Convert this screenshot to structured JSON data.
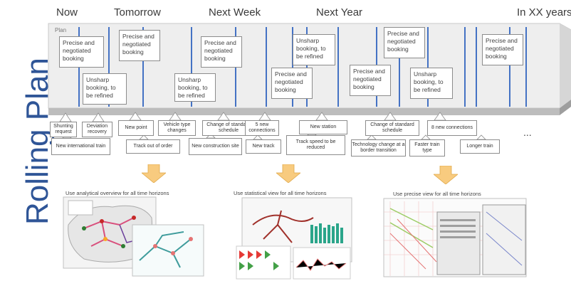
{
  "timeline": {
    "labels": [
      "Now",
      "Tomorrow",
      "Next Week",
      "Next Year",
      "In XX years"
    ],
    "plan_label": "Plan"
  },
  "side_title": "Rolling Plan",
  "plan_boxes": [
    "Precise and negotiated booking",
    "Unsharp booking, to be refined",
    "Precise and negotiated booking",
    "Unsharp booking, to be refined",
    "Precise and negotiated booking",
    "Unsharp booking, to be refined",
    "Precise and negotiated booking",
    "Precise and negotiated booking",
    "Precise and negotiated booking",
    "Unsharp booking, to be refined",
    "Precise and negotiated booking"
  ],
  "events_top": [
    "Shunting request",
    "Deviation recovery",
    "New point",
    "Vehicle type changes",
    "Change of standard schedule",
    "5 new connections",
    "New station",
    "Change of standard schedule",
    "8 new connections"
  ],
  "events_bottom": [
    "New international train",
    "Track out of order",
    "New construction site",
    "New track",
    "Track speed to be reduced",
    "Technology change at a border transition",
    "Faster train type",
    "Longer train"
  ],
  "ellipsis": "...",
  "views": [
    {
      "caption": "Use analytical overview for all time horizons"
    },
    {
      "caption": "Use statistical view for all time horizons"
    },
    {
      "caption": "Use precise view for all time horizons"
    }
  ],
  "colors": {
    "accent": "#4472c4",
    "title": "#2f5597",
    "arrow": "#f8cb7f"
  }
}
